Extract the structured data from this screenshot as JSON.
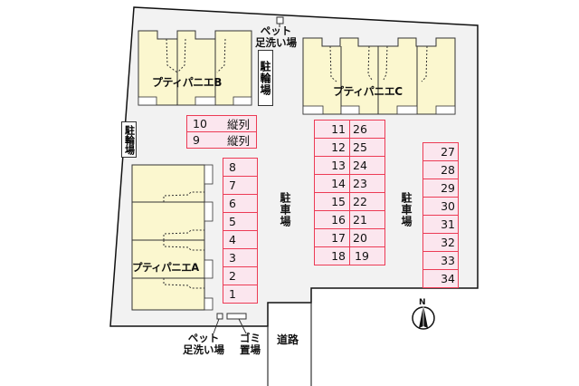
{
  "map": {
    "colors": {
      "site_fill": "#f2f2f2",
      "site_border": "#111111",
      "building_fill": "#fbf7cf",
      "building_border": "#333333",
      "parking_fill": "#fbe6ee",
      "parking_border": "#ec3b55",
      "road_fill": "#ffffff"
    },
    "buildings": {
      "a": "プティパニエA",
      "b": "プティパニエB",
      "c": "プティパニエC"
    },
    "bicycle_parking": {
      "top": "駐輪場",
      "left": "駐輪場"
    },
    "car_parking_labels": {
      "center": "駐車場",
      "right": "駐車場"
    },
    "pet_wash_top": {
      "line1": "ペット",
      "line2": "足洗い場"
    },
    "pet_wash_bottom": {
      "line1": "ペット",
      "line2": "足洗い場"
    },
    "garbage": {
      "line1": "ゴミ",
      "line2": "置場"
    },
    "road": "道路",
    "north": "N",
    "tandem_slots": [
      {
        "number": "10",
        "note": "縦列"
      },
      {
        "number": "9",
        "note": "縦列"
      }
    ],
    "column_a": [
      "8",
      "7",
      "6",
      "5",
      "4",
      "3",
      "2",
      "1"
    ],
    "column_b_left": [
      "11",
      "12",
      "13",
      "14",
      "15",
      "16",
      "17",
      "18"
    ],
    "column_b_right": [
      "26",
      "25",
      "24",
      "23",
      "22",
      "21",
      "20",
      "19"
    ],
    "column_c": [
      "27",
      "28",
      "29",
      "30",
      "31",
      "32",
      "33",
      "34"
    ]
  }
}
